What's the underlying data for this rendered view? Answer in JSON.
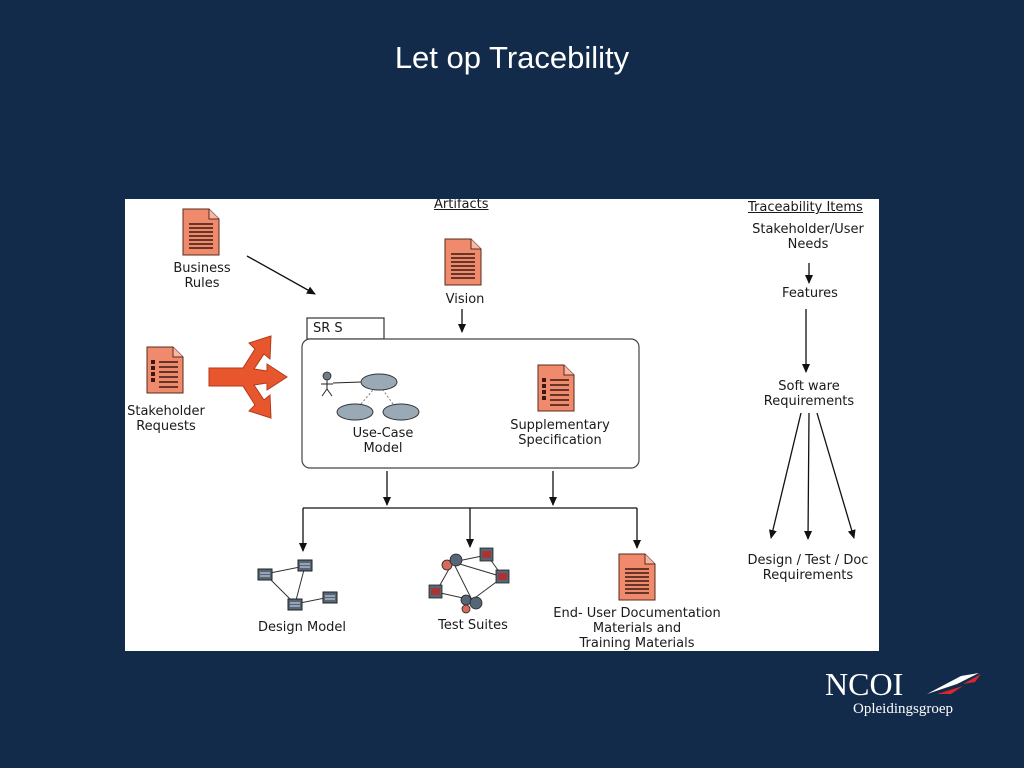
{
  "slide": {
    "title": "Let op Tracebility"
  },
  "diagram": {
    "artifacts_header": "Artifacts",
    "traceability_header": "Traceability Items",
    "business_rules": [
      "Business",
      "Rules"
    ],
    "vision": "Vision",
    "srs_tab": "SR S",
    "stakeholder_requests": [
      "Stakeholder",
      "Requests"
    ],
    "use_case_model": [
      "Use-Case",
      "Model"
    ],
    "supplementary_spec": [
      "Supplementary",
      "Specification"
    ],
    "design_model": "Design Model",
    "test_suites": "Test Suites",
    "end_user_docs": [
      "End- User Documentation",
      "Materials and",
      "Training Materials"
    ],
    "trace_items": {
      "stakeholder_needs": [
        "Stakeholder/User",
        "Needs"
      ],
      "features": "Features",
      "software_requirements": [
        "Soft ware",
        "Requirements"
      ],
      "design_test_doc": [
        "Design / Test / Doc",
        "Requirements"
      ]
    }
  },
  "logo": {
    "name": "NCOI",
    "subtitle": "Opleidingsgroep"
  },
  "colors": {
    "background": "#132b4a",
    "doc_fill": "#f08a6c",
    "arrow_orange": "#e8562e",
    "ellipse": "#9aa9b6"
  }
}
